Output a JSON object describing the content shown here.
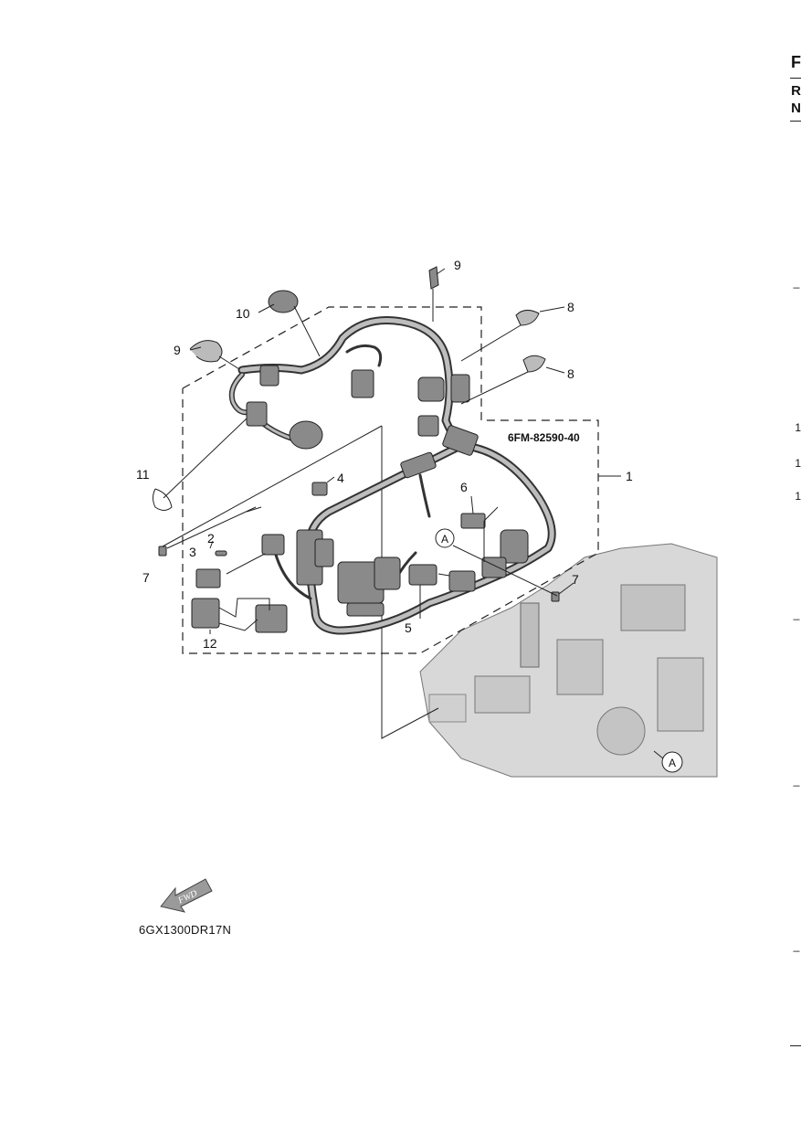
{
  "figure": {
    "code": "6GX1300DR17N",
    "part_number": "6FM-82590-40",
    "fwd_label": "FWD",
    "callouts": {
      "c1": "1",
      "c2": "2",
      "c3": "3",
      "c4": "4",
      "c5": "5",
      "c6": "6",
      "c7a": "7",
      "c7b": "7",
      "c8a": "8",
      "c8b": "8",
      "c9a": "9",
      "c9b": "9",
      "c10": "10",
      "c11": "11",
      "c12": "12",
      "refA1": "A",
      "refA2": "A"
    }
  },
  "page_edge": {
    "header_letter": "F",
    "line2": "R",
    "line3": "N",
    "ticks": [
      "---",
      "---",
      "---",
      "---",
      "---"
    ],
    "nums": [
      "1",
      "1",
      "1"
    ]
  },
  "colors": {
    "line": "#222222",
    "part_fill": "#8a8a8a",
    "engine_fill": "#d8d8d8"
  }
}
